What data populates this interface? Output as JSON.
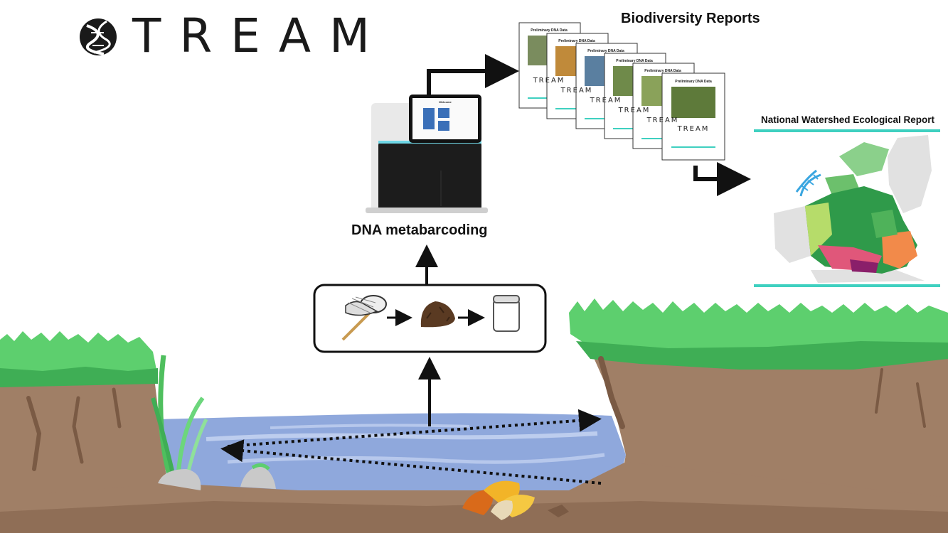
{
  "logo": {
    "text": "TREAM",
    "icon": "dna-leaf-logo-icon"
  },
  "labels": {
    "biodiversity_reports": "Biodiversity Reports",
    "national_report": "National Watershed Ecological Report",
    "dna_metabarcoding": "DNA metabarcoding"
  },
  "report_card": {
    "title": "Preliminary DNA Data",
    "logo_text": "TREAM"
  },
  "sequencer": {
    "screen_title": "Welcome"
  },
  "workflow": {
    "steps": [
      "net-icon",
      "sediment-sample-icon",
      "sample-jar-icon"
    ]
  },
  "colors": {
    "grass": "#5dcf6e",
    "grass_dark": "#3fae55",
    "soil": "#a07f66",
    "soil_dark": "#7a5a44",
    "water": "#8fa8dc",
    "water_light": "#c8d6f2",
    "accent_teal": "#3fd0c0",
    "dna_blue": "#3aa6e0"
  }
}
